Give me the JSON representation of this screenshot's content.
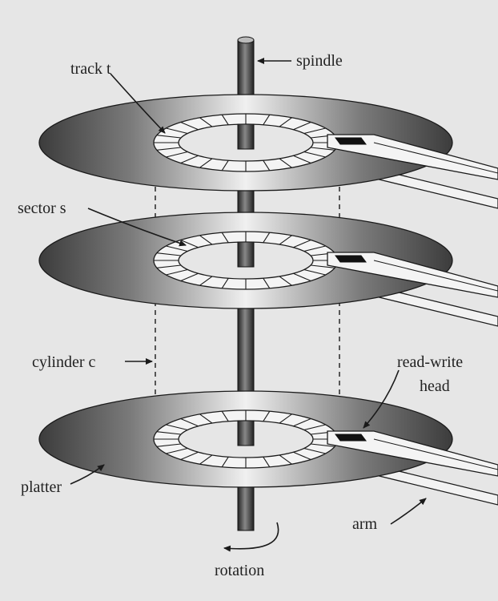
{
  "labels": {
    "track": "track t",
    "spindle": "spindle",
    "sector": "sector s",
    "cylinder": "cylinder c",
    "read_write_line1": "read-write",
    "read_write_line2": "head",
    "platter": "platter",
    "arm": "arm",
    "rotation": "rotation"
  },
  "colors": {
    "background": "#e6e6e6",
    "platter_dark": "#3a3a3a",
    "platter_light": "#eeeeee",
    "ring": "#f4f4f4",
    "line": "#1a1a1a"
  }
}
